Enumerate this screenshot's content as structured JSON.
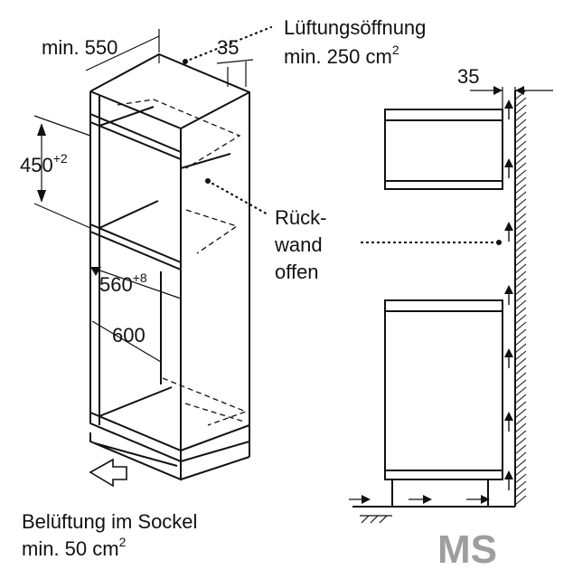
{
  "labels": {
    "min_width": "min. 550",
    "gap": "35",
    "vent_top_line1": "Lüftungsöffnung",
    "vent_top_line2": "min. 250 cm",
    "vent_top_sup": "2",
    "height": "450",
    "height_sup": "+2",
    "back_line1": "Rück-",
    "back_line2": "wand",
    "back_line3": "offen",
    "depth": "560",
    "depth_sup": "+8",
    "width": "600",
    "plinth_line1": "Belüftung im Sockel",
    "plinth_line2": "min. 50 cm",
    "plinth_sup": "2",
    "side_gap": "35"
  },
  "logo": {
    "text": "MS",
    "color": "#9e9e9e"
  }
}
